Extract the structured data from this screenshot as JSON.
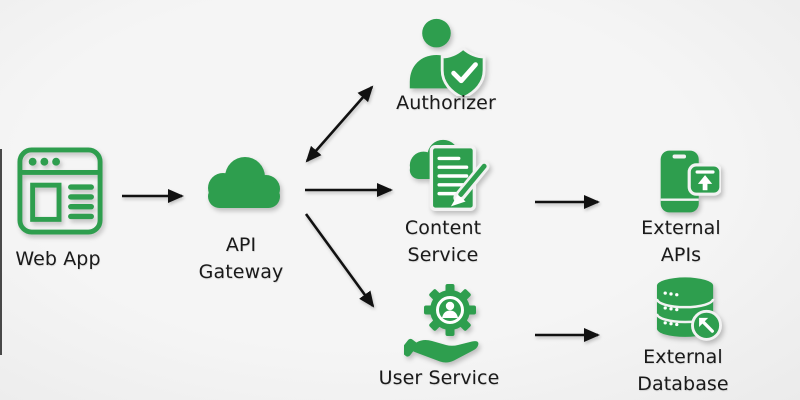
{
  "diagram": {
    "colors": {
      "background": "#f2f2f2",
      "accent_green": "#2e9e4e",
      "arrow": "#111111",
      "text": "#1a1a1a"
    },
    "nodes": {
      "web_app": {
        "label": "Web App",
        "icon": "browser-window-icon"
      },
      "api_gateway": {
        "label": "API\nGateway",
        "icon": "cloud-icon"
      },
      "authorizer": {
        "label": "Authorizer",
        "icon": "user-shield-check-icon"
      },
      "content_service": {
        "label": "Content\nService",
        "icon": "cloud-document-pencil-icon"
      },
      "user_service": {
        "label": "User Service",
        "icon": "gear-user-hand-icon"
      },
      "external_apis": {
        "label": "External\nAPIs",
        "icon": "phone-upload-icon"
      },
      "external_database": {
        "label": "External\nDatabase",
        "icon": "database-export-icon"
      }
    },
    "connections": [
      {
        "from": "web_app",
        "to": "api_gateway",
        "direction": "one-way"
      },
      {
        "from": "api_gateway",
        "to": "authorizer",
        "direction": "two-way"
      },
      {
        "from": "api_gateway",
        "to": "content_service",
        "direction": "one-way"
      },
      {
        "from": "api_gateway",
        "to": "user_service",
        "direction": "one-way"
      },
      {
        "from": "content_service",
        "to": "external_apis",
        "direction": "one-way"
      },
      {
        "from": "user_service",
        "to": "external_database",
        "direction": "one-way"
      }
    ]
  }
}
